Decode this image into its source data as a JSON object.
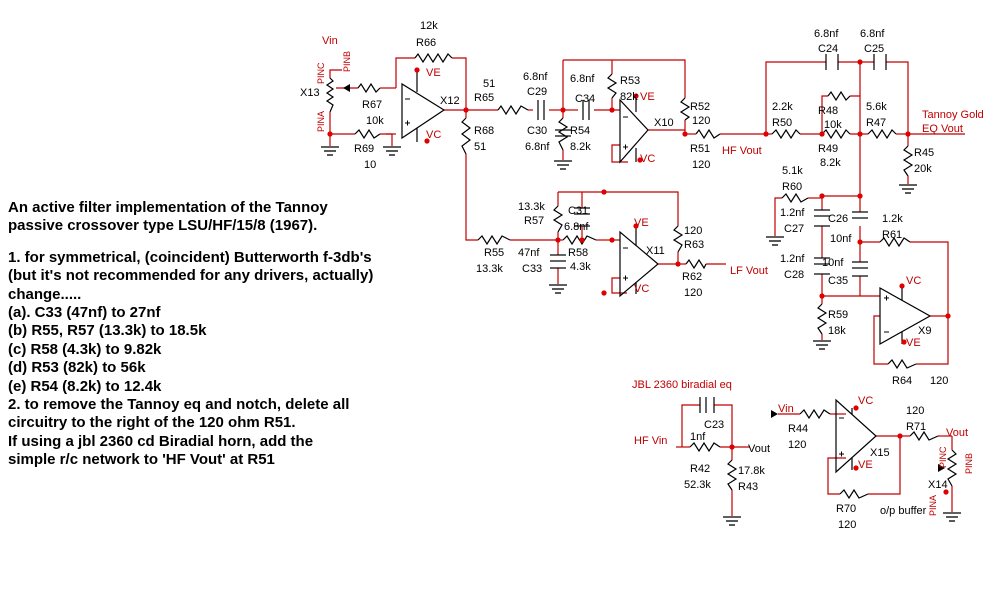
{
  "notes": {
    "title_1": "An active filter implementation of  the Tannoy",
    "title_2": "passive crossover type LSU/HF/15/8 (1967).",
    "p1_1": "1. for symmetrical, (coincident) Butterworth f-3db's",
    "p1_2": "(but it's not recommended for any drivers, actually)",
    "p1_3": "change.....",
    "a": "(a). C33 (47nf) to 27nf",
    "b": "(b)  R55, R57 (13.3k)    to 18.5k",
    "c": "(c)  R58 (4.3k) to 9.82k",
    "d": "(d)  R53 (82k) to 56k",
    "e": "(e)  R54 (8.2k) to 12.4k",
    "p2_1": "2. to remove the Tannoy eq and notch, delete all",
    "p2_2": "circuitry to the right of the 120 ohm R51.",
    "p3_1": " If using a jbl 2360 cd Biradial  horn, add the",
    "p3_2": "simple r/c network to 'HF Vout' at R51"
  },
  "labels": {
    "vin": "Vin",
    "pinc": "PINC",
    "pinb": "PINB",
    "pina": "PINA",
    "x13": "X13",
    "r66": "R66",
    "r66v": "12k",
    "r67": "R67",
    "r67v": "10k",
    "r69": "R69",
    "r69v": "10",
    "ve": "VE",
    "vc": "VC",
    "x12": "X12",
    "r65v": "51",
    "r65": "R65",
    "r68": "R68",
    "r68v": "51",
    "c29v": "6.8nf",
    "c29": "C29",
    "c34v": "6.8nf",
    "c34": "C34",
    "r53": "R53",
    "r53v": "82k",
    "c30": "C30",
    "c30v": "6.8nf",
    "r54": "R54",
    "r54v": "8.2k",
    "x10": "X10",
    "r52": "R52",
    "r52v": "120",
    "r51": "R51",
    "r51v": "120",
    "hfvout": "HF Vout",
    "c24v": "6.8nf",
    "c24": "C24",
    "c25v": "6.8nf",
    "c25": "C25",
    "r50v": "2.2k",
    "r50": "R50",
    "r48": "R48",
    "r48v": "10k",
    "r49": "R49",
    "r49v": "8.2k",
    "r47v": "5.6k",
    "r47": "R47",
    "tannoy1": "Tannoy Gold",
    "tannoy2": "EQ Vout",
    "r45": "R45",
    "r45v": "20k",
    "r60v": "5.1k",
    "r60": "R60",
    "c27v": "1.2nf",
    "c27": "C27",
    "c26": "C26",
    "c26v": "10nf",
    "r61v": "1.2k",
    "r61": "R61",
    "c28v": "1.2nf",
    "c28": "C28",
    "c35v": "10nf",
    "c35": "C35",
    "r59": "R59",
    "r59v": "18k",
    "x9": "X9",
    "r64": "R64",
    "r64v": "120",
    "r57v": "13.3k",
    "r57": "R57",
    "c31": "C31",
    "c31v": "6.8nf",
    "r58": "R58",
    "r58v": "4.3k",
    "r55": "R55",
    "r55v": "13.3k",
    "c33v": "47nf",
    "c33": "C33",
    "x11": "X11",
    "r63v": "120",
    "r63": "R63",
    "r62": "R62",
    "r62v": "120",
    "lfvout": "LF Vout",
    "jbl": "JBL 2360 biradial eq",
    "hfvin": "HF Vin",
    "c23": "C23",
    "c23v": "1nf",
    "r42": "R42",
    "r42v": "52.3k",
    "r43v": "17.8k",
    "r43": "R43",
    "vout": "Vout",
    "r44": "R44",
    "r44v": "120",
    "x15": "X15",
    "r71v": "120",
    "r71": "R71",
    "x14": "X14",
    "r70": "R70",
    "r70v": "120",
    "opbuffer": "o/p buffer"
  },
  "colors": {
    "wire": "#c00000",
    "component": "#000000",
    "node": "#e00000",
    "background": "#ffffff"
  }
}
